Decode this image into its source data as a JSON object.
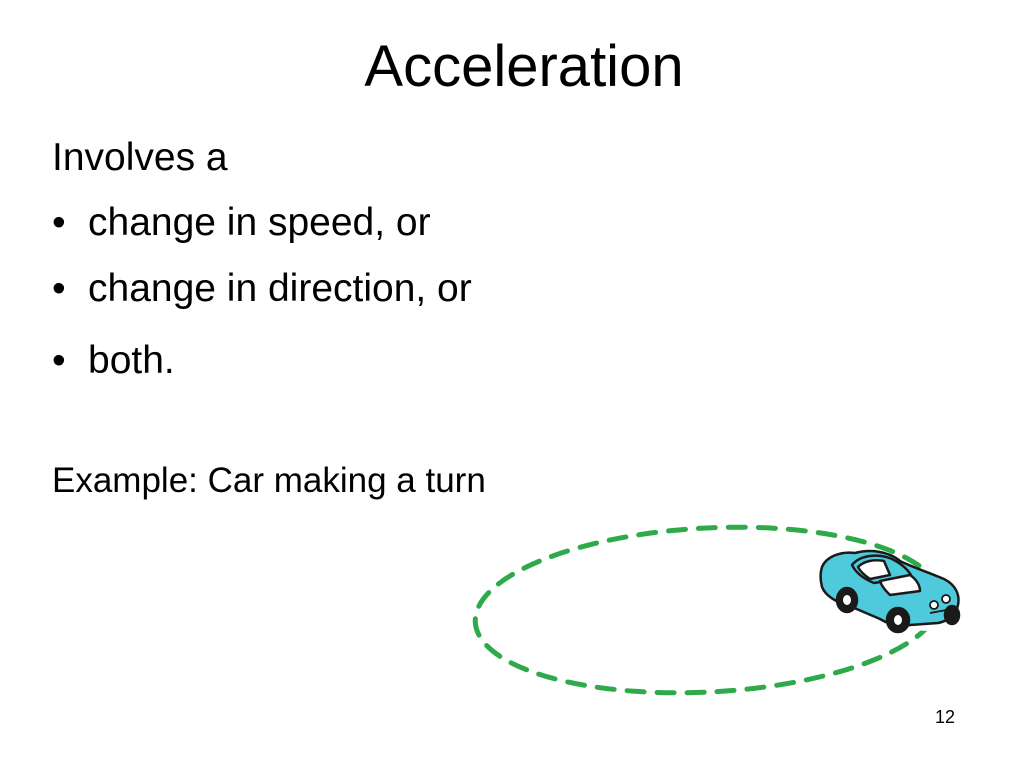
{
  "slide": {
    "title": "Acceleration",
    "intro": "Involves a",
    "bullet_symbol": "•",
    "bullets": [
      "change in speed, or",
      "change in direction, or",
      "both."
    ],
    "example": "Example: Car making a turn",
    "page_number": "12"
  },
  "colors": {
    "track_dash": "#2eaa4a",
    "car_body": "#4fc9dc",
    "car_outline": "#1a1a1a"
  },
  "icons": {
    "illustration": "car-on-oval-track-icon"
  }
}
